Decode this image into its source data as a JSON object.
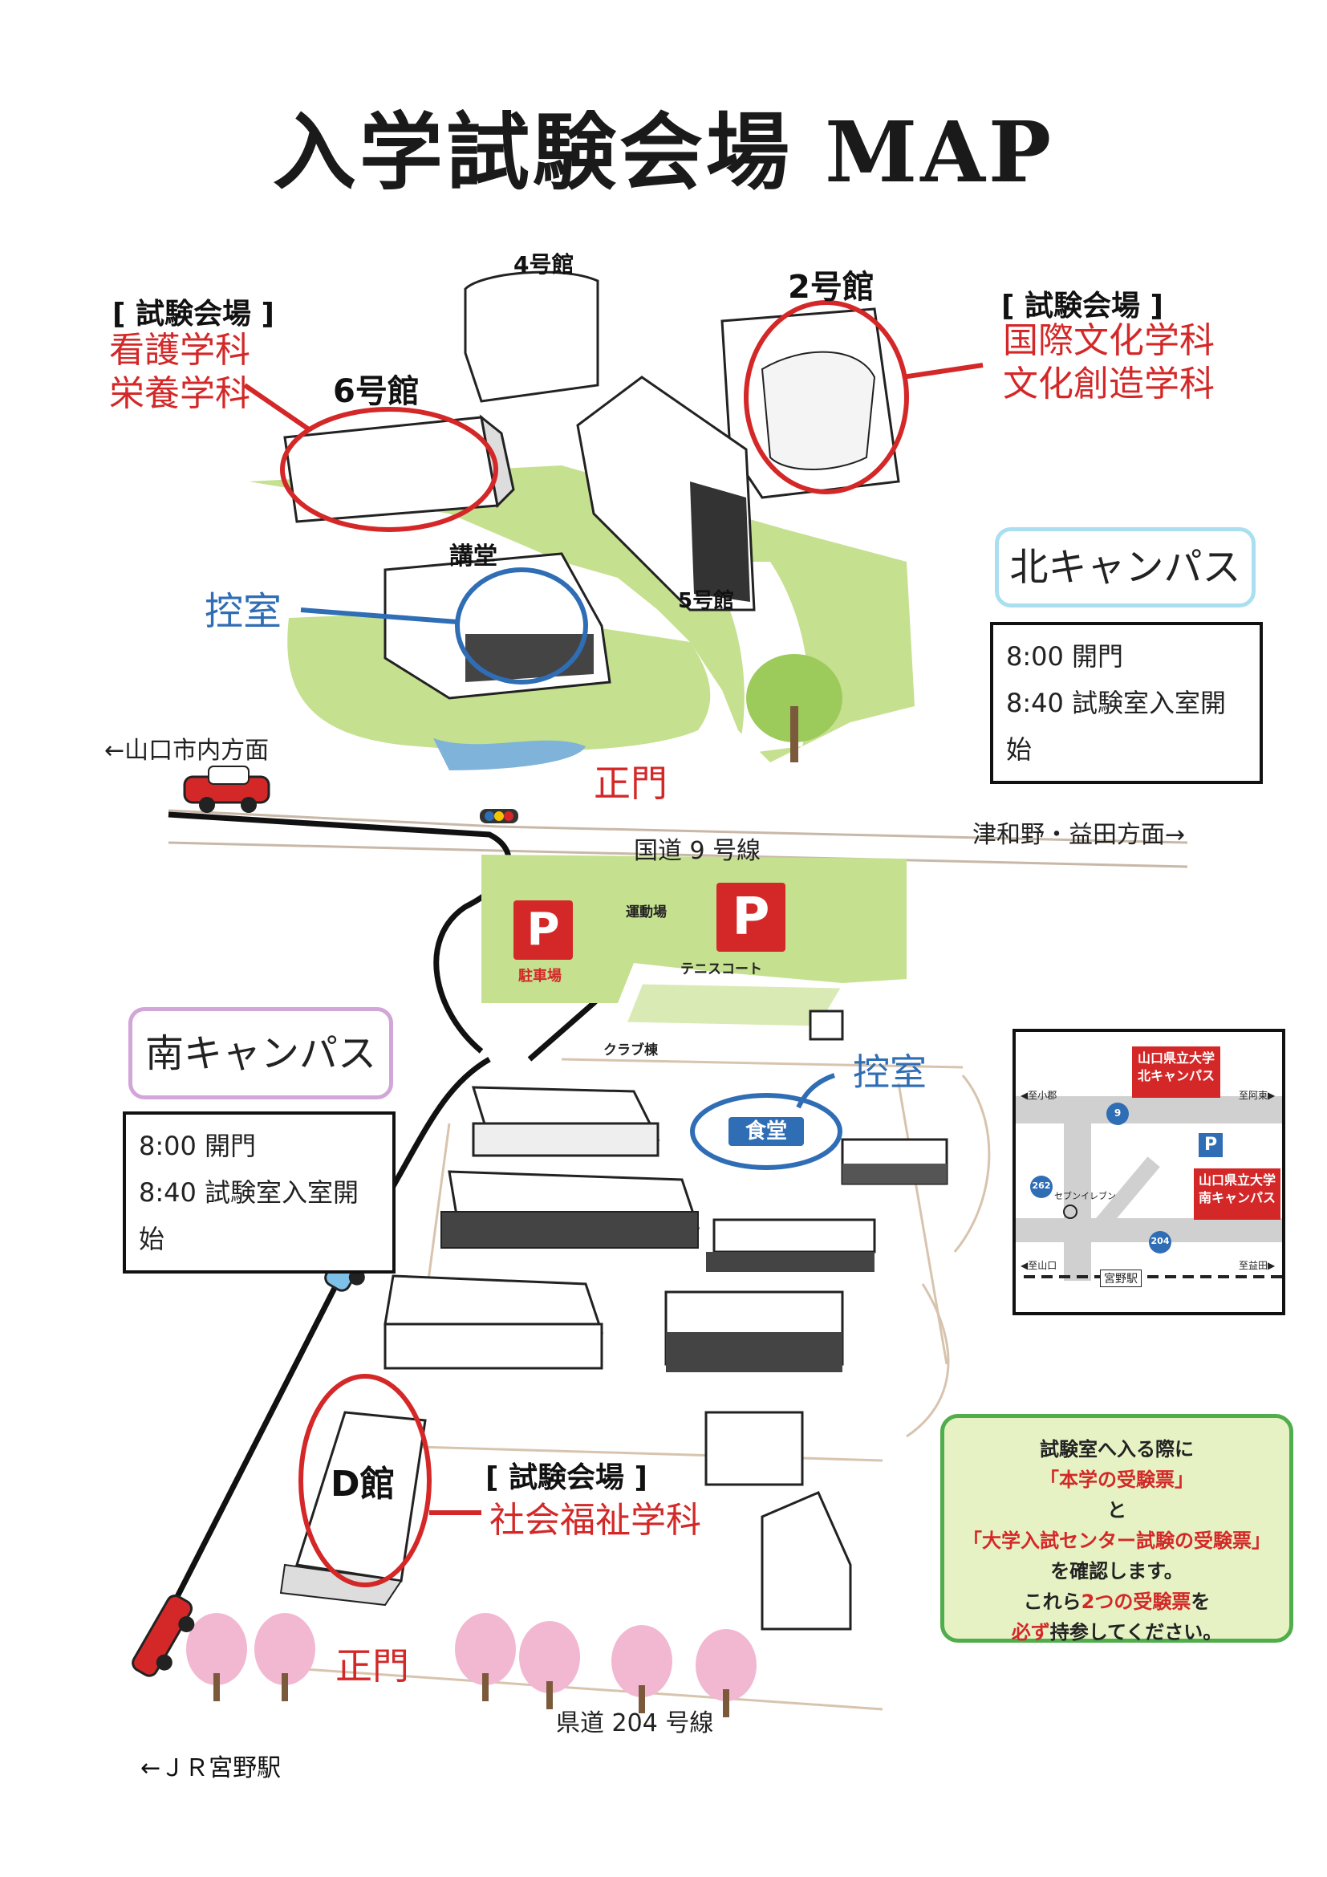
{
  "title": "入学試験会場 MAP",
  "north": {
    "venue_left": {
      "heading": "[ 試験会場 ]",
      "line1": "看護学科",
      "line2": "栄養学科"
    },
    "venue_right": {
      "heading": "[ 試験会場 ]",
      "line1": "国際文化学科",
      "line2": "文化創造学科"
    },
    "buildings": {
      "b6": "6号館",
      "b4": "4号館",
      "b2": "2号館",
      "b5": "5号館",
      "hall": "講堂"
    },
    "waiting_room": "控室",
    "campus_name": "北キャンパス",
    "times": [
      "8:00 開門",
      "8:40 試験室入室開始"
    ]
  },
  "roads": {
    "to_city": "←山口市内方面",
    "to_tsuwano": "津和野・益田方面→",
    "route9": "国道 9 号線",
    "route204": "県道 204 号線",
    "to_station": "←ＪＲ宮野駅",
    "main_gate_north": "正門",
    "main_gate_south": "正門"
  },
  "south": {
    "parking_symbol": "P",
    "parking_label": "駐車場",
    "field_label": "運動場",
    "tennis_label": "テニスコート",
    "club_label": "クラブ棟",
    "waiting_room": "控室",
    "cafeteria": "食堂",
    "building_d": "D館",
    "venue": {
      "heading": "[ 試験会場 ]",
      "line1": "社会福祉学科"
    },
    "campus_name": "南キャンパス",
    "times": [
      "8:00 開門",
      "8:40 試験室入室開始"
    ]
  },
  "inset": {
    "north_tag": [
      "山口県立大学",
      "北キャンパス"
    ],
    "south_tag": [
      "山口県立大学",
      "南キャンパス"
    ],
    "to_ogori": "◀至小郡",
    "to_abu": "至阿東▶",
    "to_yamaguchi": "◀至山口",
    "to_masuda": "至益田▶",
    "route9": "9",
    "route262": "262",
    "route204": "204",
    "seven": "セブンイレブン",
    "station": "宮野駅",
    "parking": "P"
  },
  "notice": {
    "line1": "試験室へ入る際に",
    "line2": "「本学の受験票」",
    "line3": "と",
    "line4": "「大学入試センター試験の受験票」",
    "line5": "を確認します。",
    "line6a": "これら",
    "line6b": "2つの受験票",
    "line6c": "を",
    "line7a": "必ず",
    "line7b": "持参してください。"
  },
  "colors": {
    "accent_red": "#d42828",
    "accent_blue": "#2f6db5",
    "grass": "#c5e08f",
    "notice_border": "#4fae4b"
  }
}
